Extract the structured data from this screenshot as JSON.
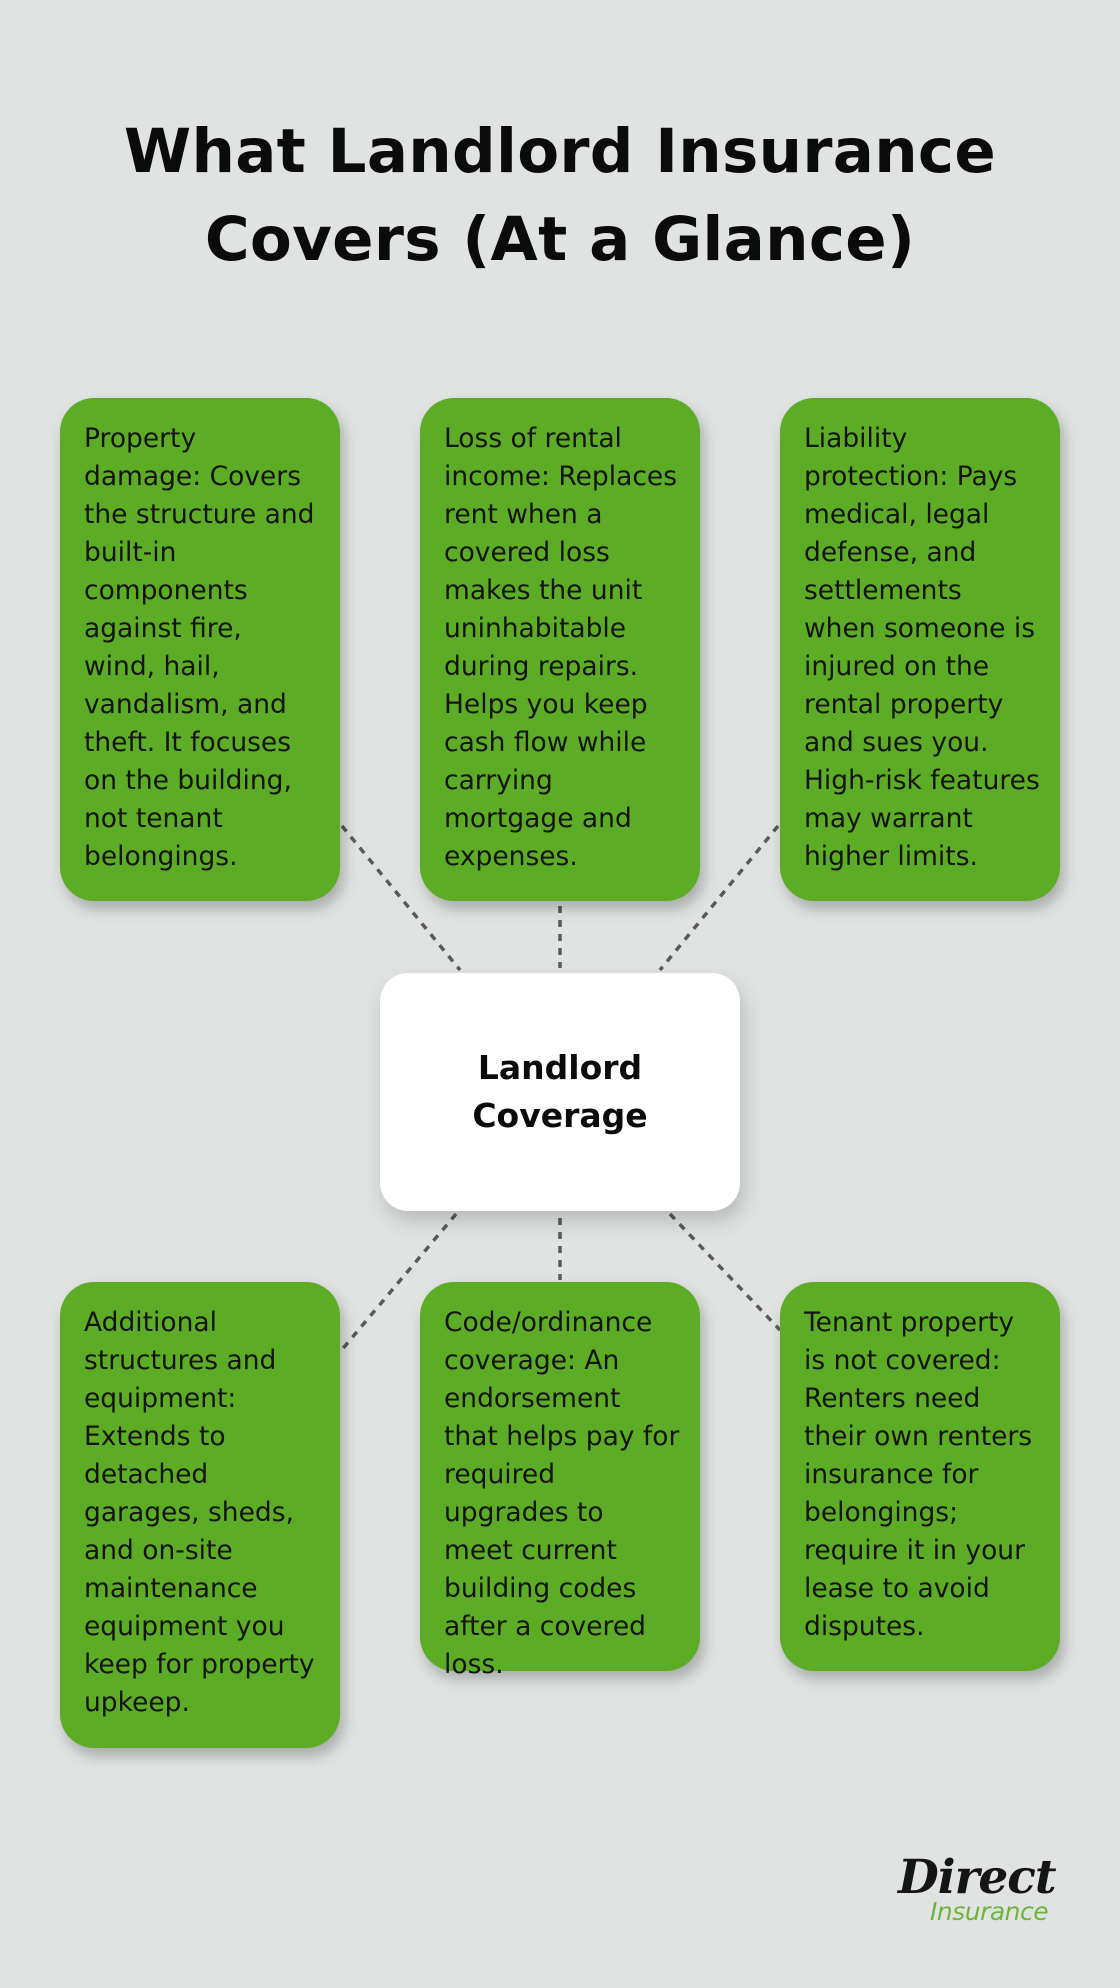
{
  "title": {
    "line1": "What Landlord Insurance",
    "line2": "Covers (At a Glance)"
  },
  "center": {
    "line1": "Landlord",
    "line2": "Coverage"
  },
  "cards": {
    "property_damage": "Property damage: Covers the structure and built-in components against fire, wind, hail, vandalism, and theft. It focuses on the building, not tenant belongings.",
    "loss_of_rental_income": "Loss of rental income: Replaces rent when a covered loss makes the unit uninhabitable during repairs. Helps you keep cash flow while carrying mortgage and expenses.",
    "liability_protection": "Liability protection: Pays medical, legal defense, and settlements when someone is injured on the rental property and sues you. High-risk features may warrant higher limits.",
    "additional_structures": "Additional structures and equipment: Extends to detached garages, sheds, and on-site maintenance equipment you keep for property upkeep.",
    "code_ordinance": "Code/ordinance coverage: An endorsement that helps pay for required upgrades to meet current building codes after a covered loss.",
    "tenant_property": "Tenant property is not covered: Renters need their own renters insurance for belongings; require it in your lease to avoid disputes."
  },
  "logo": {
    "line1": "Direct",
    "line2": "Insurance"
  },
  "colors": {
    "background": "#e1e3e3",
    "card": "#5dac25",
    "center": "#ffffff",
    "connector": "#5a5a5a",
    "logo_accent": "#6fb43b"
  }
}
